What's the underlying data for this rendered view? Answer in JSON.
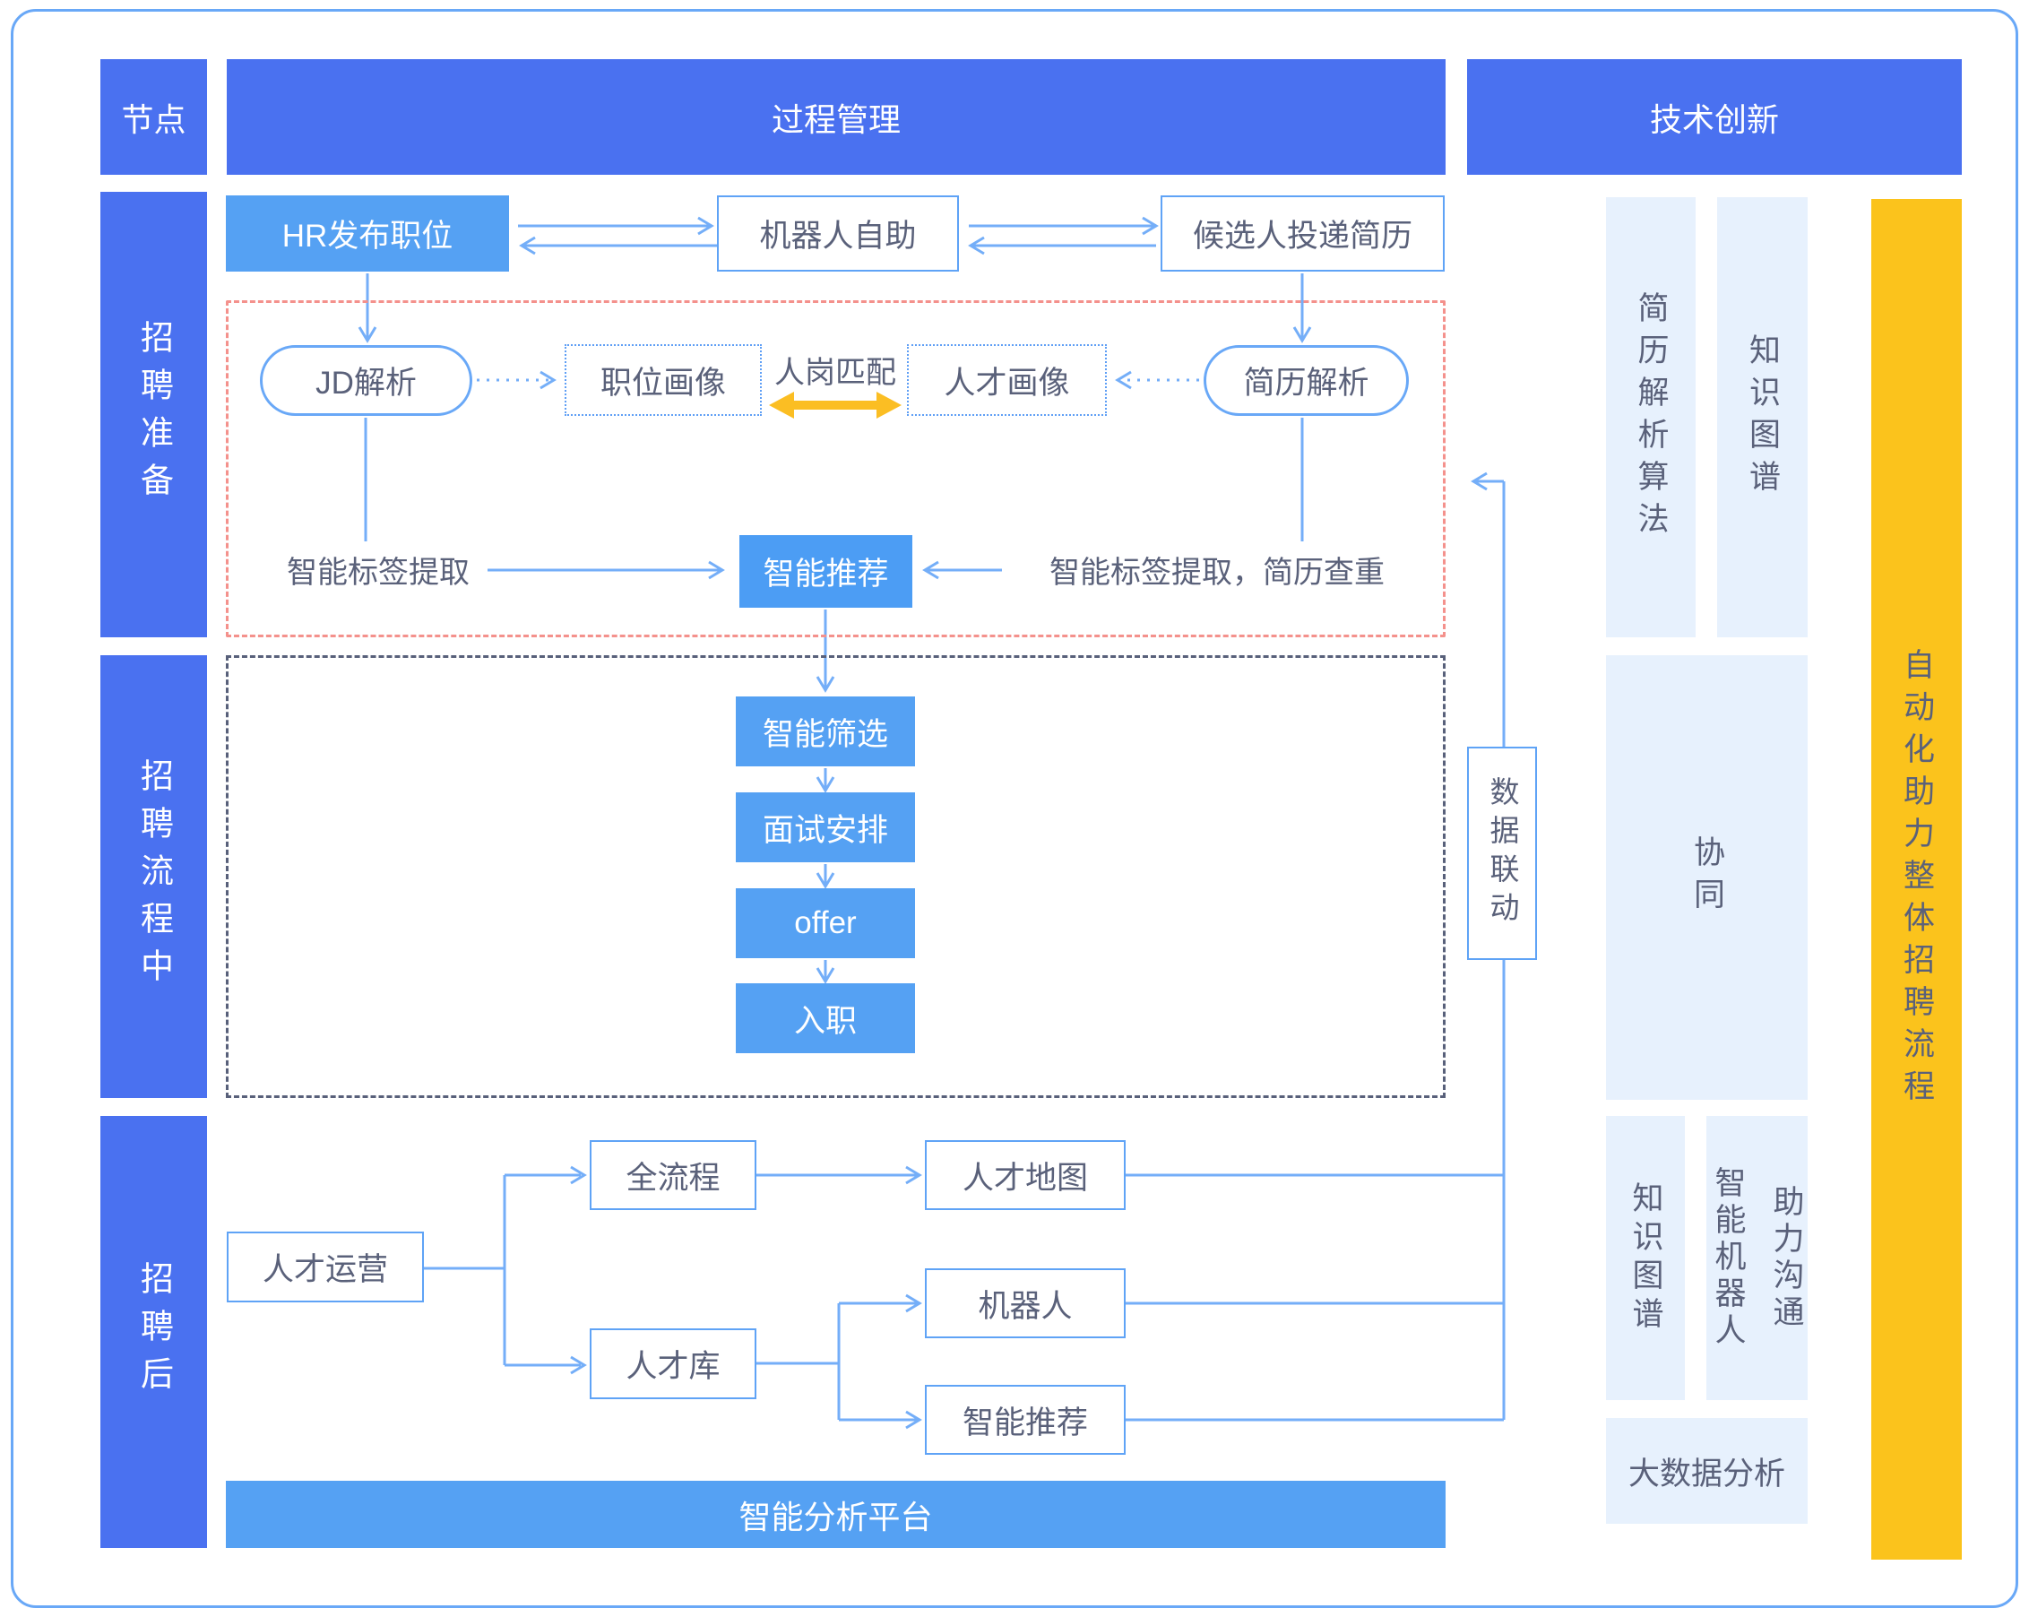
{
  "palette": {
    "header_blue": "#4A71F0",
    "box_fill_blue": "#55A1F3",
    "recommend_blue": "#4C9DF4",
    "line_blue": "#74AEF8",
    "border_blue": "#5FA3F6",
    "zone_red_dashed": "#F4918C",
    "zone_dark_dashed": "#58607A",
    "tech_column_bg": "#E7F1FD",
    "band_yellow": "#FBC31C",
    "match_arrow_yellow": "#FBBE23",
    "text_slate": "#5A617A"
  },
  "headers": {
    "node": "节点",
    "process": "过程管理",
    "tech": "技术创新"
  },
  "stages": [
    {
      "label": "招聘准备"
    },
    {
      "label": "招聘流程中"
    },
    {
      "label": "招聘后"
    }
  ],
  "flow": {
    "hr_publish": "HR发布职位",
    "robot_self": "机器人自助",
    "candidate_submit": "候选人投递简历",
    "jd_parse": "JD解析",
    "job_profile": "职位画像",
    "job_match": "人岗匹配",
    "talent_profile": "人才画像",
    "resume_parse": "简历解析",
    "tag_extract_left": "智能标签提取",
    "smart_recommend": "智能推荐",
    "tag_extract_right": "智能标签提取，简历查重",
    "smart_screen": "智能筛选",
    "interview_arrange": "面试安排",
    "offer": "offer",
    "onboard": "入职",
    "data_link": "数据联动",
    "talent_ops": "人才运营",
    "full_process": "全流程",
    "talent_map": "人才地图",
    "talent_pool": "人才库",
    "robot": "机器人",
    "smart_recommend_2": "智能推荐",
    "analysis_platform": "智能分析平台"
  },
  "tech": {
    "resume_parse_algo": "简历解析算法",
    "knowledge_graph_top": "知识图谱",
    "collaboration": "协同",
    "knowledge_graph_bottom": "知识图谱",
    "smart_robot": "智能机器人",
    "assist_comm": "助力沟通",
    "big_data": "大数据分析",
    "banner": "自动化助力整体招聘流程"
  }
}
